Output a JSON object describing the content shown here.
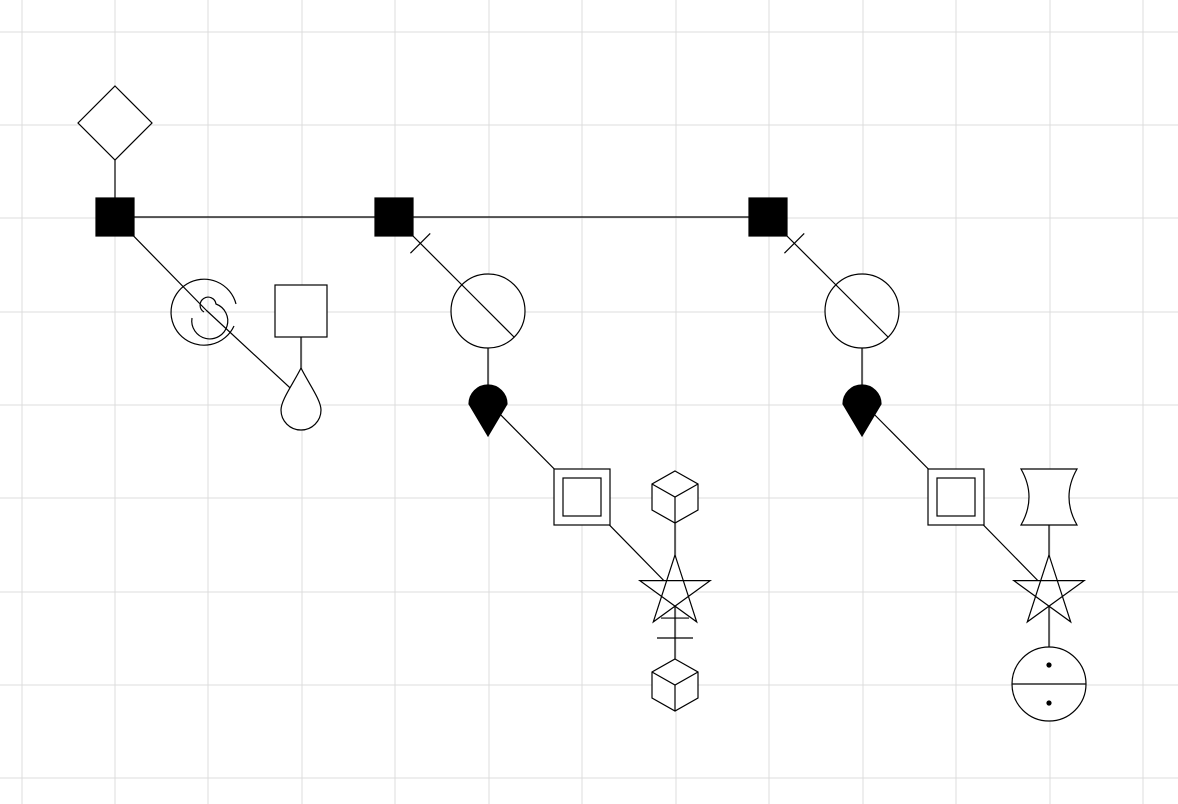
{
  "canvas": {
    "background": "#ffffff",
    "grid_color": "#dcdcdc",
    "grid_visible": true
  },
  "nodes": [
    {
      "id": "n1",
      "shape": "diamond",
      "fill": "white"
    },
    {
      "id": "n2",
      "shape": "square",
      "fill": "black"
    },
    {
      "id": "n3",
      "shape": "spiral",
      "fill": "none"
    },
    {
      "id": "n4",
      "shape": "square",
      "fill": "white"
    },
    {
      "id": "n5",
      "shape": "drop",
      "fill": "white"
    },
    {
      "id": "n6",
      "shape": "square",
      "fill": "black"
    },
    {
      "id": "n7",
      "shape": "circle-slash",
      "fill": "white"
    },
    {
      "id": "n8",
      "shape": "pin",
      "fill": "black"
    },
    {
      "id": "n9",
      "shape": "double-square",
      "fill": "white"
    },
    {
      "id": "n10",
      "shape": "cube",
      "fill": "white"
    },
    {
      "id": "n11",
      "shape": "star",
      "fill": "white"
    },
    {
      "id": "n12",
      "shape": "cube",
      "fill": "white"
    },
    {
      "id": "n13",
      "shape": "square",
      "fill": "black"
    },
    {
      "id": "n14",
      "shape": "circle-slash",
      "fill": "white"
    },
    {
      "id": "n15",
      "shape": "pin",
      "fill": "black"
    },
    {
      "id": "n16",
      "shape": "double-square",
      "fill": "white"
    },
    {
      "id": "n17",
      "shape": "hourglass",
      "fill": "white"
    },
    {
      "id": "n18",
      "shape": "star",
      "fill": "white"
    },
    {
      "id": "n19",
      "shape": "circle-divide",
      "fill": "white"
    }
  ],
  "edges": [
    {
      "from": "n1",
      "to": "n2",
      "mark": "none"
    },
    {
      "from": "n2",
      "to": "n6",
      "mark": "none"
    },
    {
      "from": "n6",
      "to": "n13",
      "mark": "none"
    },
    {
      "from": "n2",
      "to": "n3",
      "mark": "none"
    },
    {
      "from": "n3",
      "to": "n5",
      "mark": "none"
    },
    {
      "from": "n4",
      "to": "n5",
      "mark": "none"
    },
    {
      "from": "n6",
      "to": "n7",
      "mark": "tick"
    },
    {
      "from": "n7",
      "to": "n8",
      "mark": "none"
    },
    {
      "from": "n8",
      "to": "n9",
      "mark": "none"
    },
    {
      "from": "n9",
      "to": "n11",
      "mark": "none"
    },
    {
      "from": "n10",
      "to": "n11",
      "mark": "none"
    },
    {
      "from": "n11",
      "to": "n12",
      "mark": "tick"
    },
    {
      "from": "n13",
      "to": "n14",
      "mark": "tick"
    },
    {
      "from": "n14",
      "to": "n15",
      "mark": "none"
    },
    {
      "from": "n15",
      "to": "n16",
      "mark": "none"
    },
    {
      "from": "n16",
      "to": "n18",
      "mark": "none"
    },
    {
      "from": "n17",
      "to": "n18",
      "mark": "none"
    },
    {
      "from": "n18",
      "to": "n19",
      "mark": "none"
    }
  ]
}
